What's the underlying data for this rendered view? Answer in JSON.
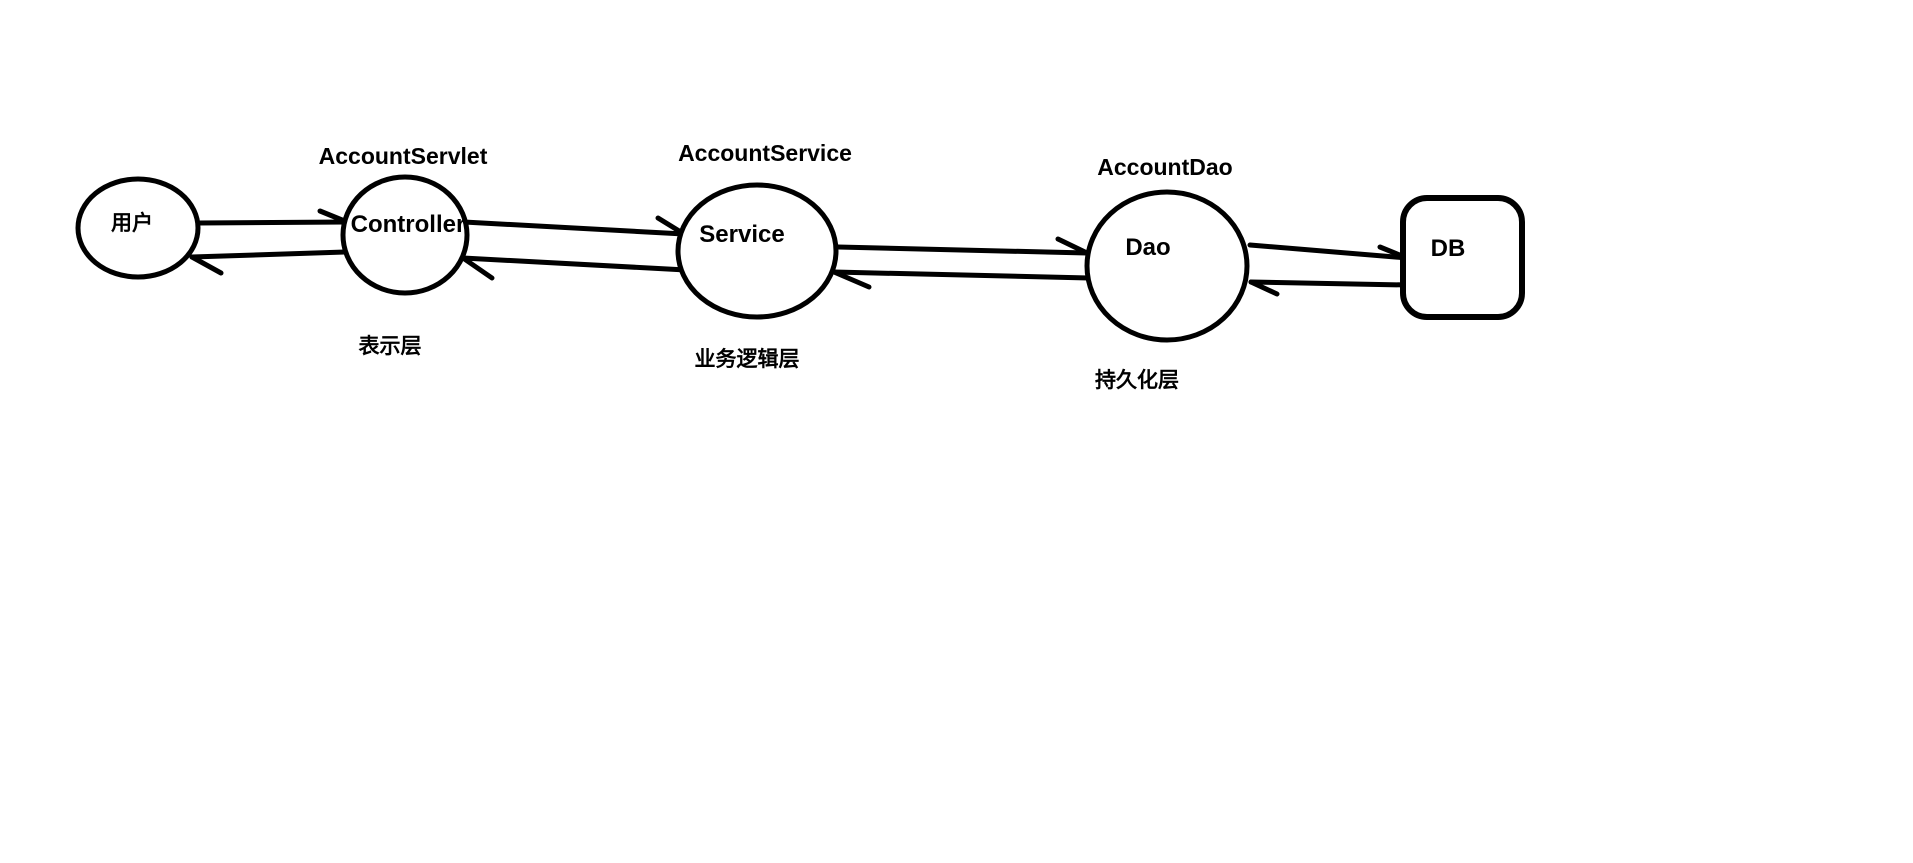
{
  "diagram": {
    "background_color": "#ffffff",
    "stroke_color": "#000000",
    "nodes": {
      "user": {
        "label": "用户"
      },
      "controller": {
        "label": "Controller",
        "class_name": "AccountServlet",
        "layer": "表示层"
      },
      "service": {
        "label": "Service",
        "class_name": "AccountService",
        "layer": "业务逻辑层"
      },
      "dao": {
        "label": "Dao",
        "class_name": "AccountDao",
        "layer": "持久化层"
      },
      "db": {
        "label": "DB"
      }
    },
    "edges": [
      {
        "from": "user",
        "to": "controller",
        "direction": "right"
      },
      {
        "from": "controller",
        "to": "user",
        "direction": "left"
      },
      {
        "from": "controller",
        "to": "service",
        "direction": "right"
      },
      {
        "from": "service",
        "to": "controller",
        "direction": "left"
      },
      {
        "from": "service",
        "to": "dao",
        "direction": "right"
      },
      {
        "from": "dao",
        "to": "service",
        "direction": "left"
      },
      {
        "from": "dao",
        "to": "db",
        "direction": "right"
      },
      {
        "from": "db",
        "to": "dao",
        "direction": "left"
      }
    ]
  }
}
